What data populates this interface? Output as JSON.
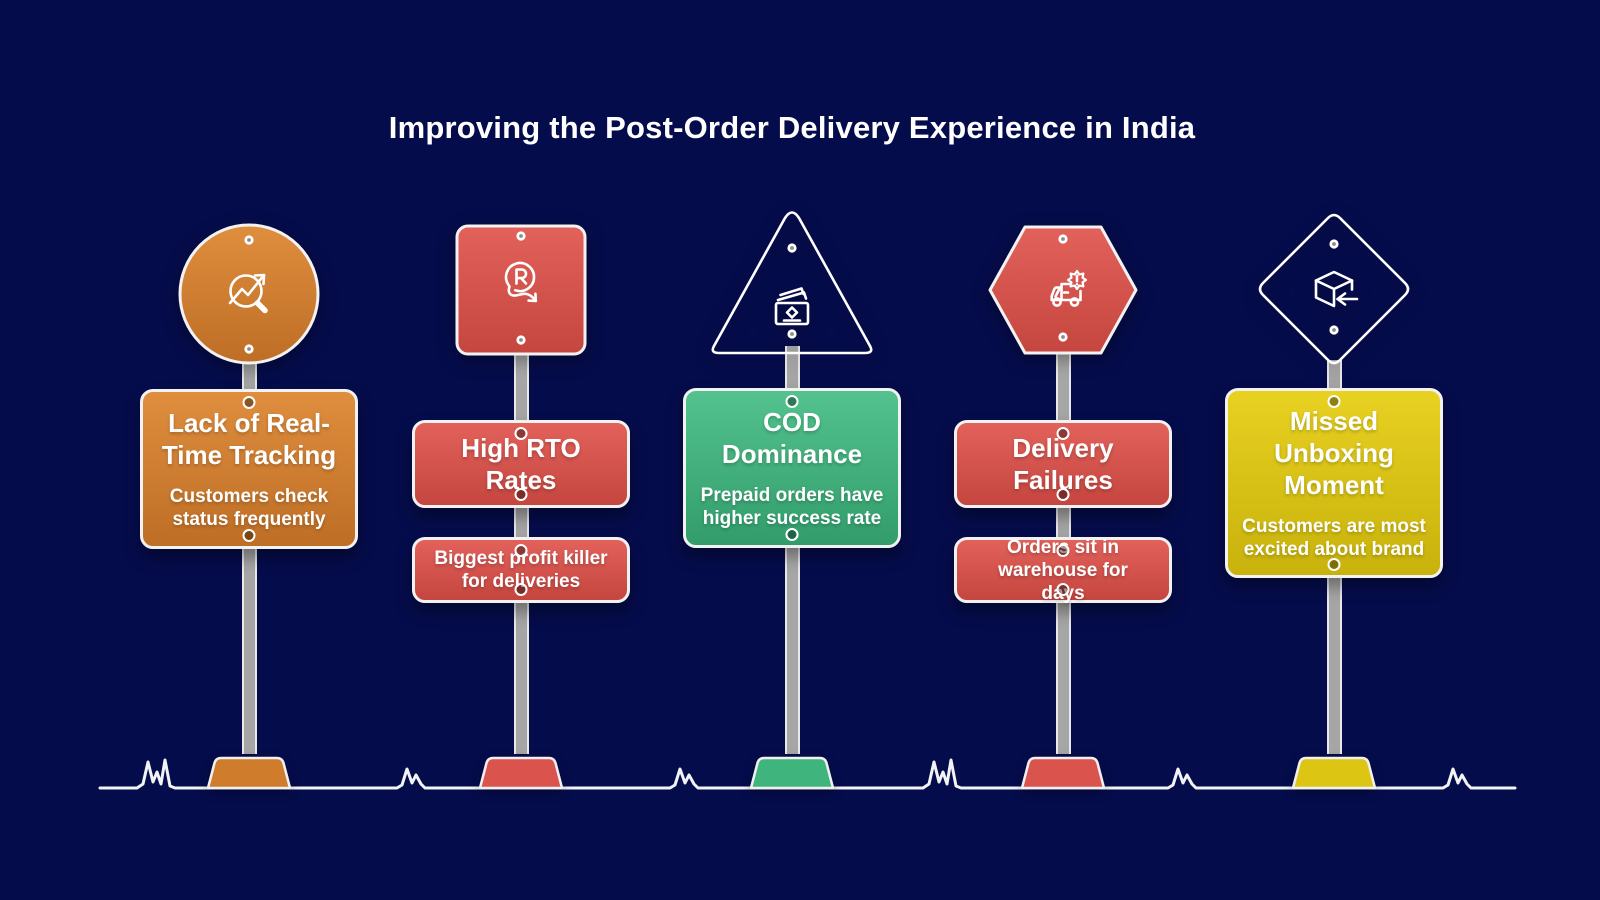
{
  "title": "Improving the Post-Order Delivery Experience in India",
  "theme": {
    "background": "#050C4B",
    "pole_color": "#A6A6A6",
    "ground_line_color": "#F2F3F5",
    "text_color": "#FFFFFF"
  },
  "signs": [
    {
      "shape": "circle",
      "icon": "tracking-magnifier-trend-icon",
      "color_light": "#DF8E3E",
      "color_dark": "#BE6E25",
      "title": "Lack of Real-Time Tracking",
      "subtitle": "Customers check status frequently"
    },
    {
      "shape": "square",
      "icon": "rupee-decline-icon",
      "color_light": "#E2615B",
      "color_dark": "#C5453F",
      "title": "High RTO Rates",
      "subtitle": "Biggest profit killer for deliveries"
    },
    {
      "shape": "triangle",
      "icon": "cash-notes-icon",
      "color_light": "#53C28E",
      "color_dark": "#329D6B",
      "title": "COD Dominance",
      "subtitle": "Prepaid orders have higher success rate"
    },
    {
      "shape": "hexagon",
      "icon": "delivery-truck-alert-icon",
      "color_light": "#E2615B",
      "color_dark": "#C5453F",
      "title": "Delivery Failures",
      "subtitle": "Orders sit in warehouse for days"
    },
    {
      "shape": "diamond",
      "icon": "package-return-icon",
      "color_light": "#E8D121",
      "color_dark": "#C8B20C",
      "title": "Missed Unboxing Moment",
      "subtitle": "Customers are most excited about brand"
    }
  ]
}
